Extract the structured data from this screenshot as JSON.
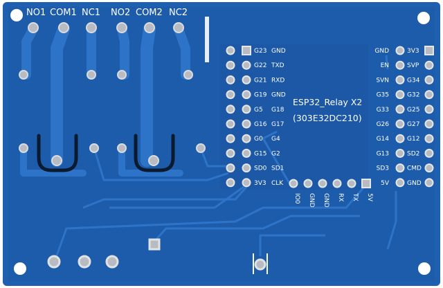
{
  "board": {
    "title": "ESP32_Relay X2",
    "code": "(303E32DC210)",
    "colors": {
      "pcb": "#1f5fb0",
      "pcb_dark": "#184f96",
      "trace": "#2d74c8",
      "silkscreen": "#ffffff",
      "pad": "#b8bcc2"
    }
  },
  "relay_labels": [
    "NO1",
    "COM1",
    "NC1",
    "NO2",
    "COM2",
    "NC2"
  ],
  "header_left": {
    "outer": [
      "GND",
      "TXD",
      "RXD",
      "GND",
      "G18",
      "G17",
      "G4",
      "G2",
      "SD1",
      "CLK"
    ],
    "inner": [
      "G23",
      "G22",
      "G21",
      "G19",
      "G5",
      "G16",
      "G0",
      "G15",
      "SD0",
      "3V3"
    ]
  },
  "header_right": {
    "inner": [
      "GND",
      "EN",
      "SVN",
      "G35",
      "G33",
      "G26",
      "G14",
      "G13",
      "SD3",
      "5V"
    ],
    "outer": [
      "3V3",
      "SVP",
      "G34",
      "G32",
      "G25",
      "G27",
      "G12",
      "SD2",
      "CMD",
      "GND"
    ]
  },
  "bottom_header": [
    "IO0",
    "GND",
    "GND",
    "RX",
    "TX",
    "5V"
  ]
}
